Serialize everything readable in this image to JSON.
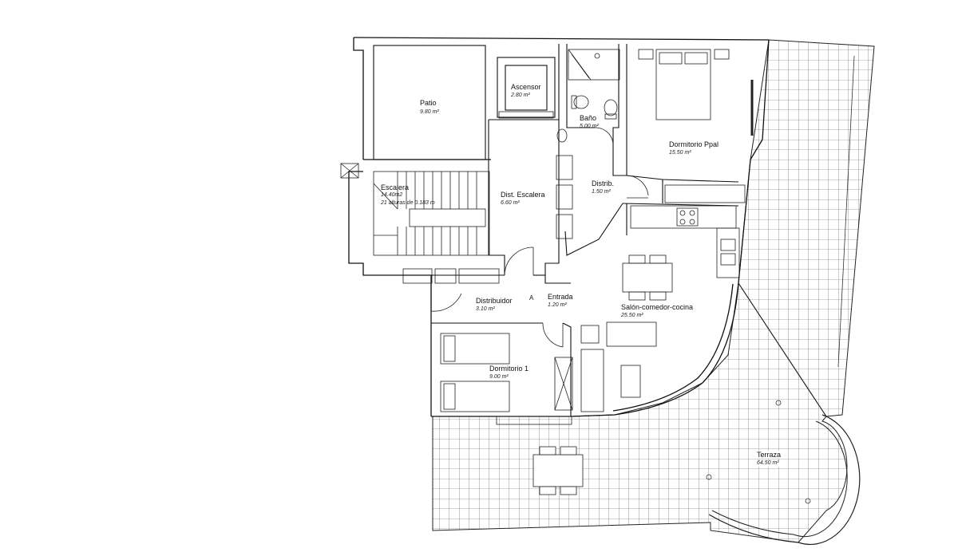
{
  "rooms": {
    "patio": {
      "name": "Patio",
      "area": "9.80 m²"
    },
    "ascensor": {
      "name": "Ascensor",
      "area": "2.80 m²"
    },
    "bano": {
      "name": "Baño",
      "area": "5.00 m²"
    },
    "dormitorio_ppal": {
      "name": "Dormitorio Ppal",
      "area": "15.50 m²"
    },
    "escalera": {
      "name": "Escalera",
      "area": "14.40m2",
      "note": "21 alturas de 0.183 m"
    },
    "dist_escalera": {
      "name": "Dist. Escalera",
      "area": "6.60 m²"
    },
    "distrib": {
      "name": "Distrib.",
      "area": "1.50 m²"
    },
    "distribuidor": {
      "name": "Distribuidor",
      "area": "3.10 m²"
    },
    "entrada": {
      "name": "Entrada",
      "area": "1.20 m²"
    },
    "salon": {
      "name": "Salón-comedor-cocina",
      "area": "25.50 m²"
    },
    "dormitorio_1": {
      "name": "Dormitorio 1",
      "area": "9.00 m²"
    },
    "terraza": {
      "name": "Terraza",
      "area": "64.50 m²"
    }
  },
  "marks": {
    "entry_marker": "A"
  }
}
